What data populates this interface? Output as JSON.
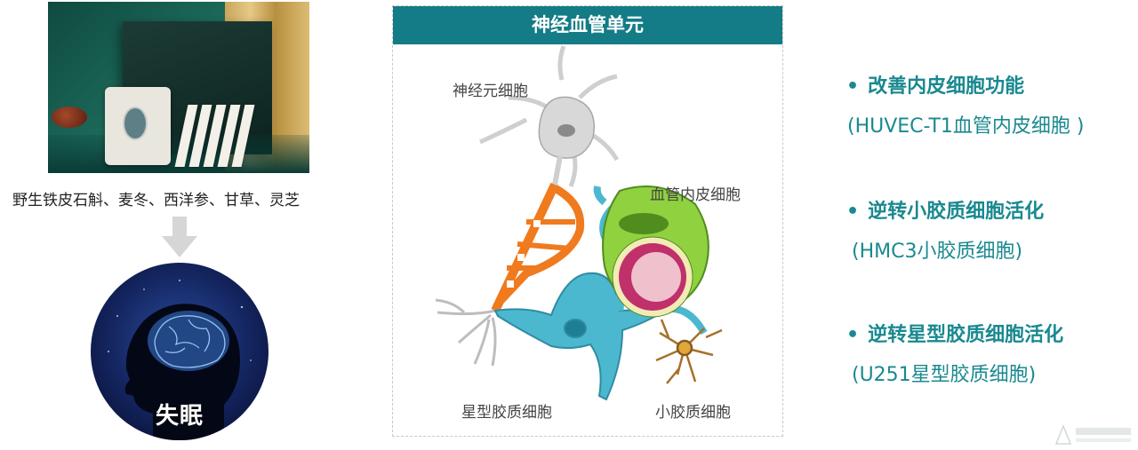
{
  "left_panel": {
    "ingredients_caption": "野生铁皮石斛、麦冬、西洋参、甘草、灵芝",
    "insomnia_label": "失眠"
  },
  "diagram": {
    "title": "神经血管单元",
    "labels": {
      "neuron": "神经元细胞",
      "endothelial": "血管内皮细胞",
      "astrocyte": "星型胶质细胞",
      "microglia": "小胶质细胞"
    }
  },
  "findings": [
    {
      "title": "改善内皮细胞功能",
      "detail": "(HUVEC-T1血管内皮细胞 )"
    },
    {
      "title": "逆转小胶质细胞活化",
      "detail": "(HMC3小胶质细胞)"
    },
    {
      "title": "逆转星型胶质细胞活化",
      "detail": "(U251星型胶质细胞)"
    }
  ],
  "colors": {
    "accent_teal": "#137c86",
    "text_teal": "#1a8990",
    "neuron_gray": "#cfcfcf",
    "myelin_orange": "#f07a1e",
    "astrocyte_blue": "#4cb8cf",
    "endothelial_green": "#8fd13f",
    "nucleus_pink": "#c0306a",
    "microglia_brown": "#a8702a"
  },
  "icons": {
    "bullet": "•",
    "arrow": "down-arrow-icon"
  }
}
